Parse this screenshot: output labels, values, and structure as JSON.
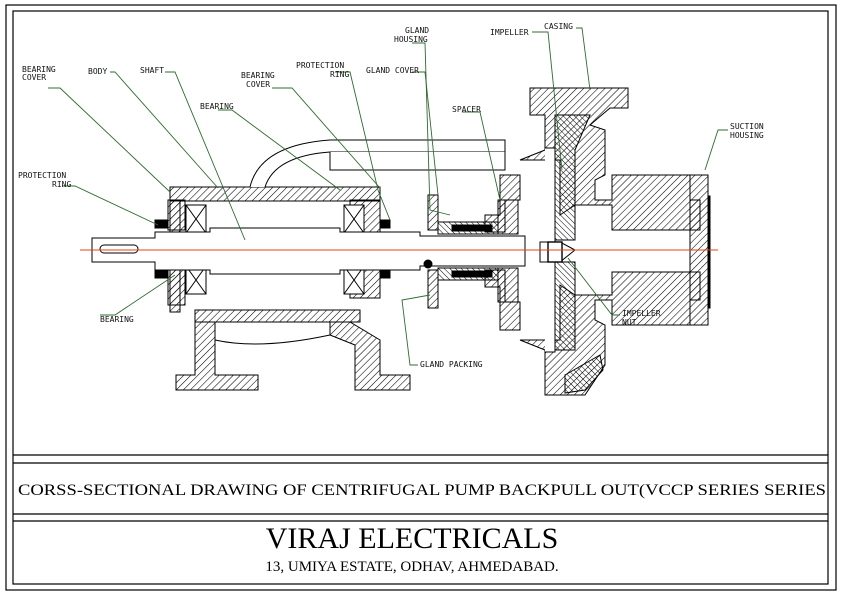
{
  "labels": {
    "bearing_cover_left": [
      "BEARING",
      "COVER"
    ],
    "body": "BODY",
    "shaft": "SHAFT",
    "bearing_top": "BEARING",
    "bearing_cover_mid": [
      "BEARING",
      "COVER"
    ],
    "protection_ring_top": [
      "PROTECTION",
      "RING"
    ],
    "gland_cover": "GLAND COVER",
    "gland_housing": [
      "GLAND",
      "HOUSING"
    ],
    "impeller": "IMPELLER",
    "casing": "CASING",
    "spacer": "SPACER",
    "suction_housing": [
      "SUCTION",
      "HOUSING"
    ],
    "protection_ring_left": [
      "PROTECTION",
      "RING"
    ],
    "bearing_bottom": "BEARING",
    "gland_packing": "GLAND PACKING",
    "impeller_nut": [
      "IMPELLER",
      "NUT"
    ]
  },
  "title_block": {
    "drawing_title": "CORSS-SECTIONAL DRAWING OF CENTRIFUGAL PUMP BACKPULL OUT(VCCP SERIES  SERIES",
    "company": "VIRAJ ELECTRICALS",
    "address": "13, UMIYA ESTATE, ODHAV, AHMEDABAD."
  },
  "colors": {
    "leader": "#2f6b2f",
    "centerline": "#e8431a",
    "ink": "#000000"
  }
}
